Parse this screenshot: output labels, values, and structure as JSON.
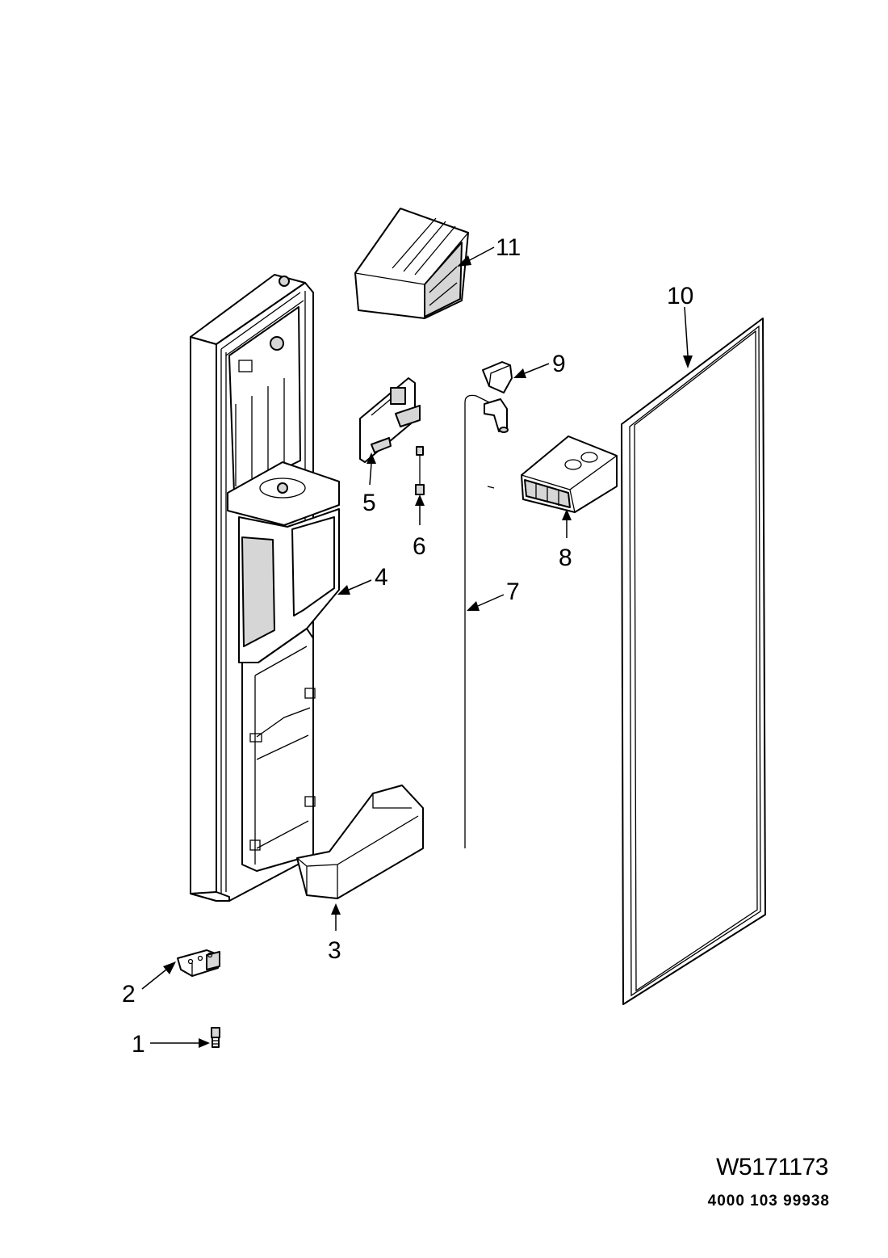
{
  "callouts": [
    {
      "id": "1",
      "label": "1",
      "part": "screw"
    },
    {
      "id": "2",
      "label": "2",
      "part": "hinge"
    },
    {
      "id": "3",
      "label": "3",
      "part": "door-shelf"
    },
    {
      "id": "4",
      "label": "4",
      "part": "dispenser-housing"
    },
    {
      "id": "5",
      "label": "5",
      "part": "control-board"
    },
    {
      "id": "6",
      "label": "6",
      "part": "wire-harness"
    },
    {
      "id": "7",
      "label": "7",
      "part": "water-tube"
    },
    {
      "id": "8",
      "label": "8",
      "part": "ice-chute-housing"
    },
    {
      "id": "9",
      "label": "9",
      "part": "chute-flap"
    },
    {
      "id": "10",
      "label": "10",
      "part": "door-gasket"
    },
    {
      "id": "11",
      "label": "11",
      "part": "ice-bucket-cover"
    }
  ],
  "footer": {
    "document_code": "W5171173",
    "part_number": "4000 103 99938"
  }
}
